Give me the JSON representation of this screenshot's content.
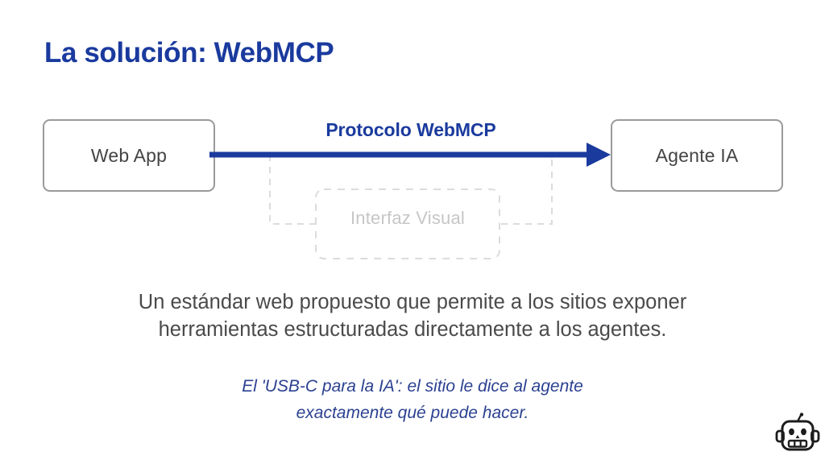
{
  "slide": {
    "background_color": "#ffffff",
    "title": "La solución: WebMCP",
    "title_color": "#1a3a9e"
  },
  "diagram": {
    "type": "flow",
    "source_node": {
      "label": "Web App",
      "border_color": "#9a9a9a",
      "text_color": "#444444"
    },
    "target_node": {
      "label": "Agente IA",
      "border_color": "#9a9a9a",
      "text_color": "#444444"
    },
    "connector": {
      "label": "Protocolo WebMCP",
      "color": "#1a3a9e",
      "direction": "source-to-target",
      "style": "solid-arrow"
    },
    "bypassed_node": {
      "label": "Interfaz Visual",
      "color": "#c6c6c6",
      "style": "dashed",
      "meaning": "bypassed"
    }
  },
  "body": {
    "description_line_1": "Un estándar web propuesto que permite a los sitios exponer",
    "description_line_2": "herramientas estructuradas directamente a los agentes.",
    "description_color": "#4a4a4a",
    "quote_line_1": "El 'USB-C para la IA': el sitio le dice al agente",
    "quote_line_2": "exactamente qué puede hacer.",
    "quote_color": "#2b4191"
  },
  "footer": {
    "icon": "robot-icon",
    "icon_glyph": "🤖"
  }
}
